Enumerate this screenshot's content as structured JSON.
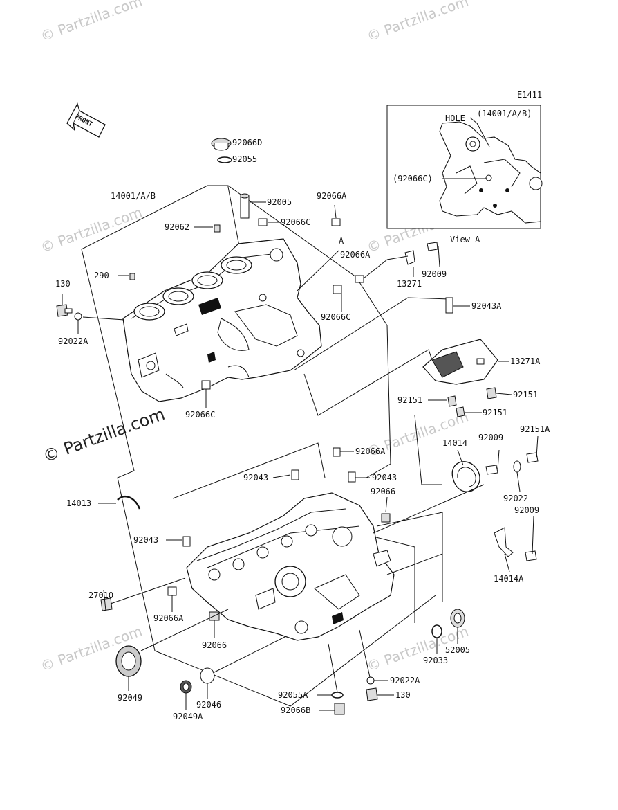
{
  "diagram_code": "E1411",
  "front_label": "FRONT",
  "watermark": "© Partzilla.com",
  "view_a": {
    "title": "View A",
    "hole_label": "HOLE",
    "label_crankcase": "(14001/A/B)",
    "label_knock": "(92066C)"
  },
  "callout_a": "A",
  "labels": {
    "p92066D": "92066D",
    "p92055": "92055",
    "p14001": "14001/A/B",
    "p92005": "92005",
    "p92066A_top": "92066A",
    "p92062": "92062",
    "p92066C_top": "92066C",
    "p92066A_mid": "92066A",
    "p92009_top": "92009",
    "p13271": "13271",
    "p290": "290",
    "p130_top": "130",
    "p92022A_top": "92022A",
    "p92066C_mid": "92066C",
    "p92043A": "92043A",
    "p13271A": "13271A",
    "p92066C_low": "92066C",
    "p92151_a": "92151",
    "p92151_b": "92151",
    "p92151_c": "92151",
    "p14014": "14014",
    "p92009_mid": "92009",
    "p92151A": "92151A",
    "p92066A_lower": "92066A",
    "p92043_a": "92043",
    "p92043_b": "92043",
    "p92066": "92066",
    "p92022": "92022",
    "p14013": "14013",
    "p92009_low": "92009",
    "p92043_c": "92043",
    "p14014A": "14014A",
    "p27010": "27010",
    "p92066A_bot": "92066A",
    "p92066_bot": "92066",
    "p52005": "52005",
    "p92033": "92033",
    "p92049": "92049",
    "p92046": "92046",
    "p92049A": "92049A",
    "p92055A": "92055A",
    "p92022A_bot": "92022A",
    "p130_bot": "130",
    "p92066B": "92066B"
  }
}
